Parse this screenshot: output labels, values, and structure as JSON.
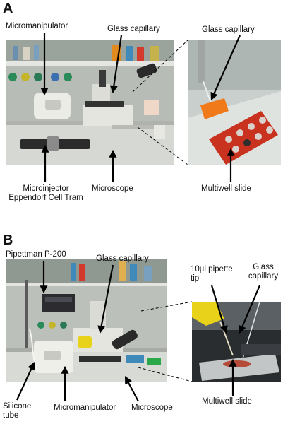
{
  "panel_a": {
    "letter": "A",
    "labels": {
      "micromanipulator": "Micromanipulator",
      "glass_capillary_main": "Glass capillary",
      "glass_capillary_inset": "Glass capillary",
      "microinjector_line1": "Microinjector",
      "microinjector_line2": "Eppendorf Cell Tram",
      "microscope": "Microscope",
      "multiwell_slide": "Multiwell slide"
    }
  },
  "panel_b": {
    "letter": "B",
    "labels": {
      "pipettman": "Pipettman P-200",
      "glass_capillary_main": "Glass capillary",
      "pipette_tip_line1": "10µl pipette",
      "pipette_tip_line2": "tip",
      "glass_capillary_inset_line1": "Glass",
      "glass_capillary_inset_line2": "capillary",
      "silicone_line1": "Silicone",
      "silicone_line2": "tube",
      "micromanipulator": "Micromanipulator",
      "microscope": "Microscope",
      "multiwell_slide": "Multiwell slide"
    }
  },
  "colors": {
    "arrow": "#000000",
    "lab_bg": "#b9bdb8",
    "bench": "#d9dbd6",
    "slide_red": "#c8321e",
    "orange_card": "#f07a1a",
    "pipette_yellow": "#e8d21a"
  }
}
